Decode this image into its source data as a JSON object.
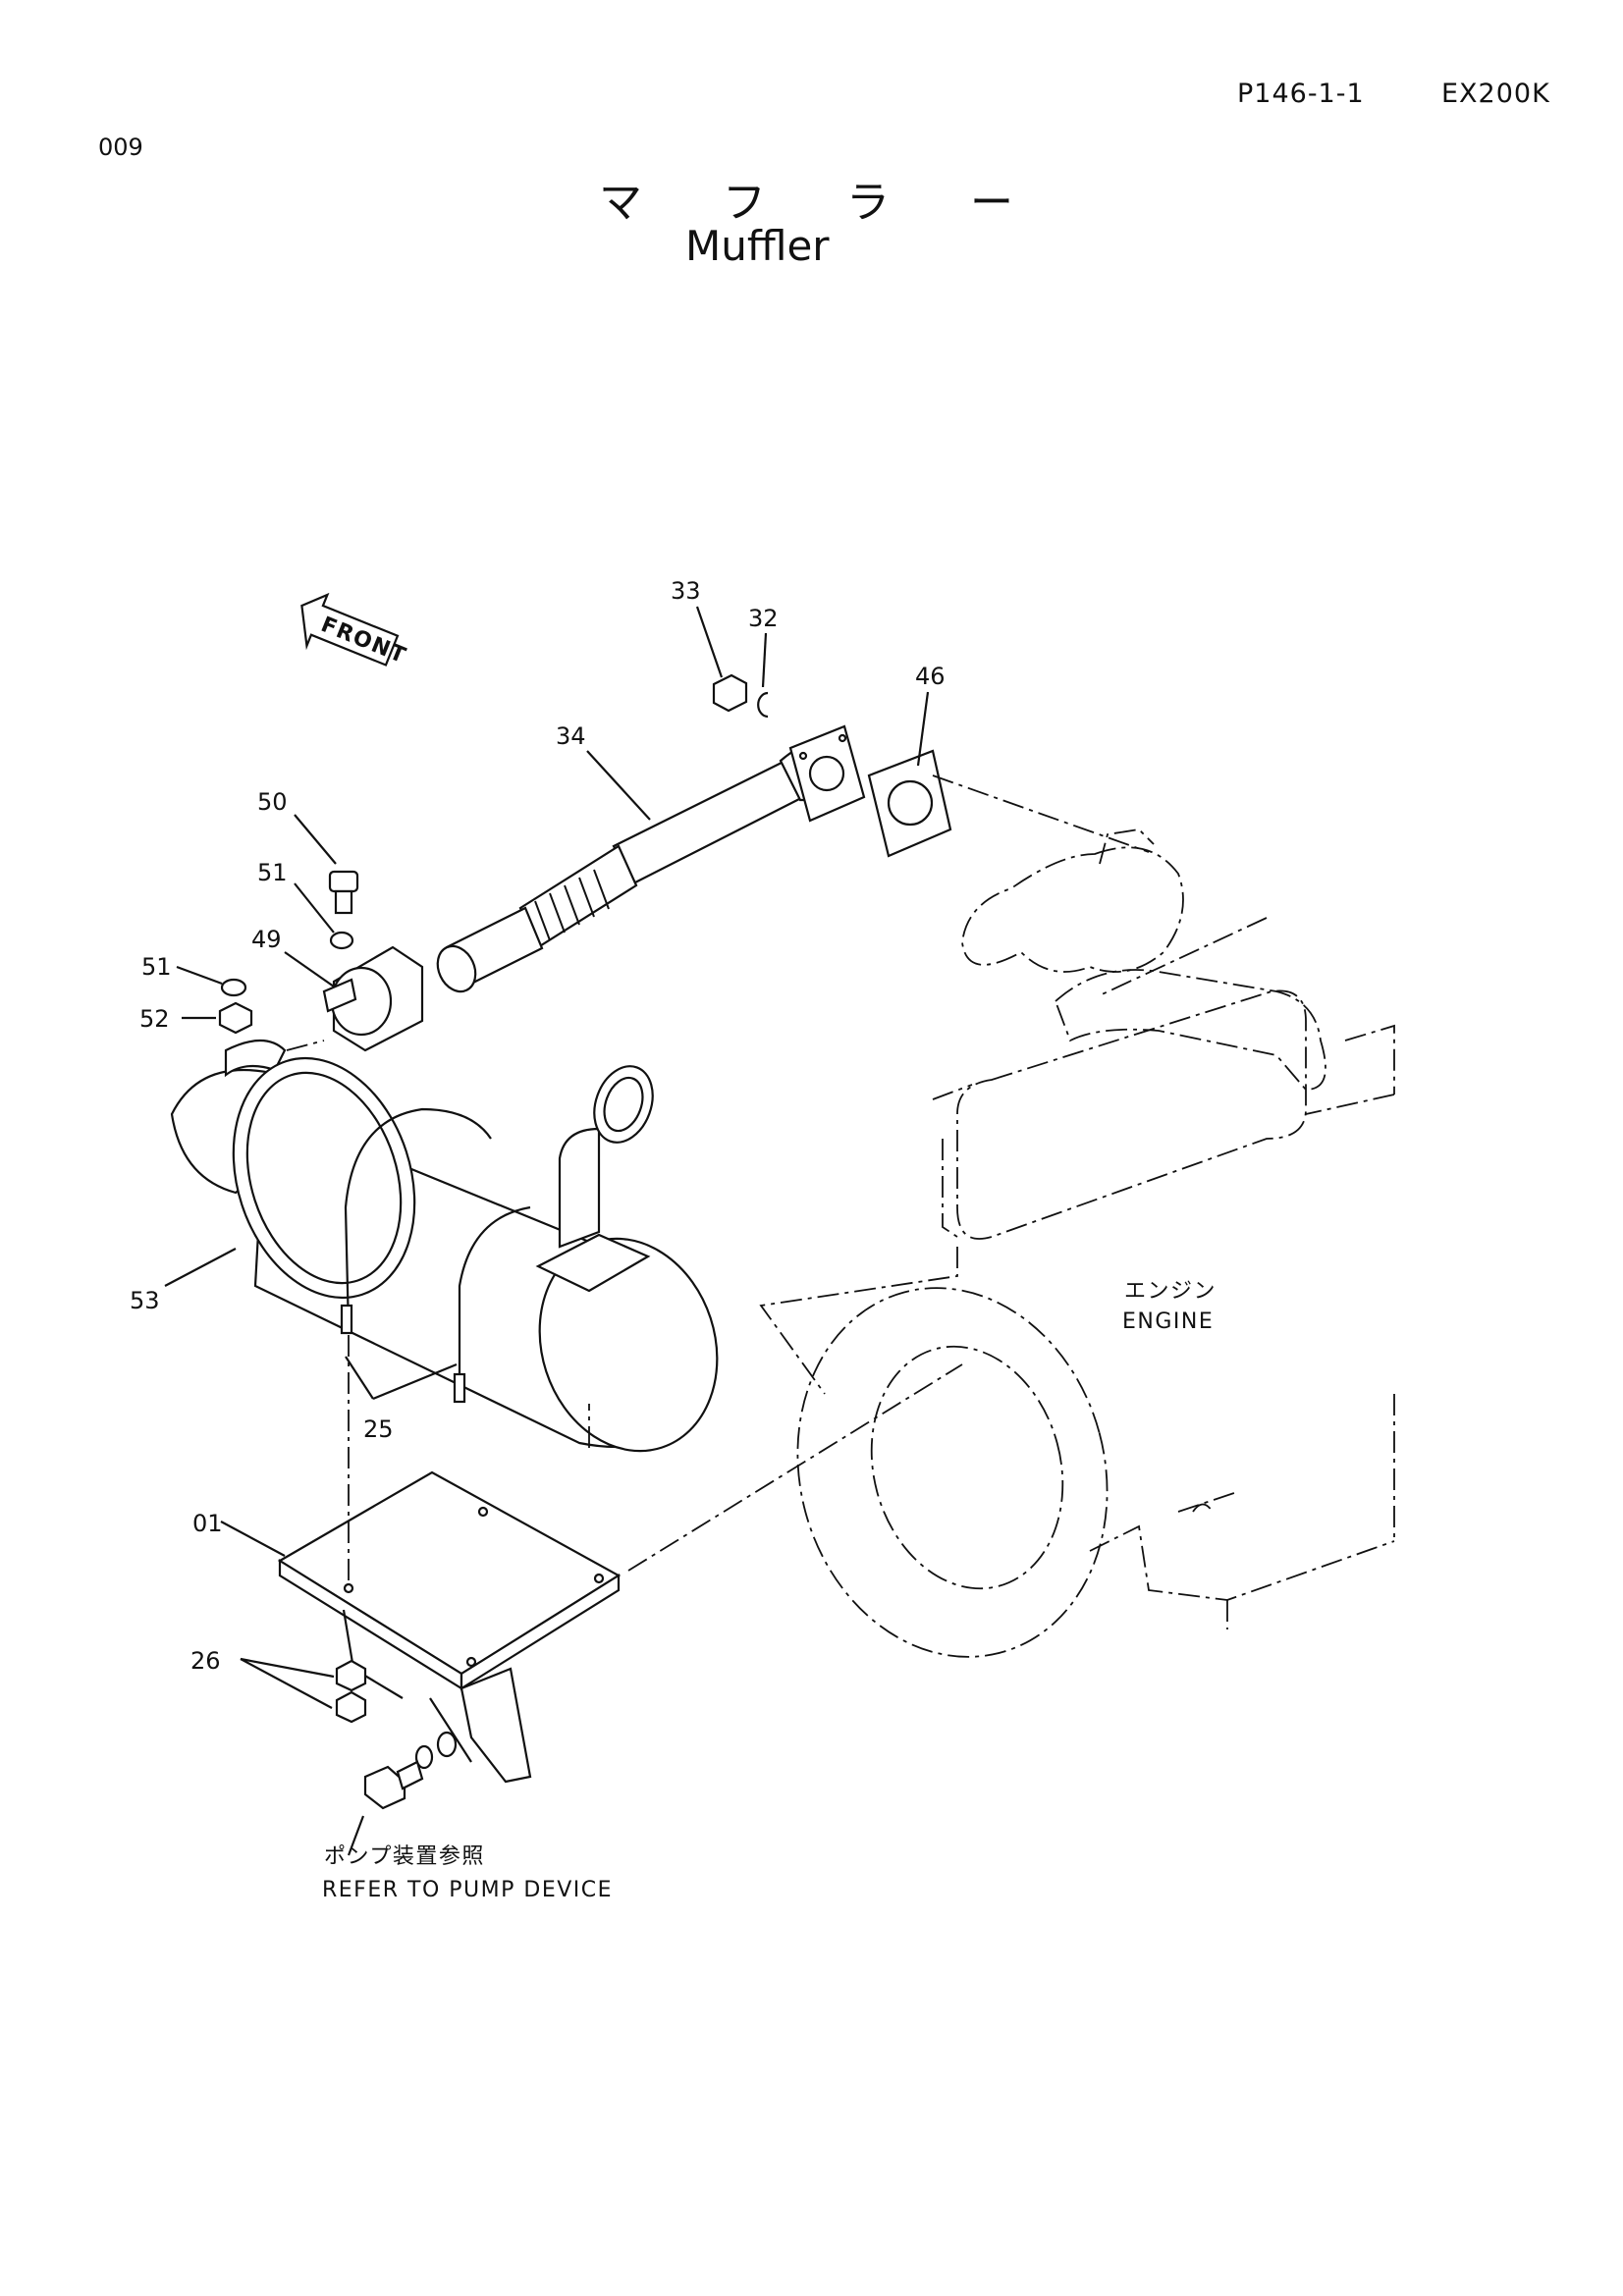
{
  "header": {
    "code": "009",
    "page_ref": "P146-1-1",
    "model": "EX200K",
    "title_jp": "マ フ ラ ー",
    "title_en": "Muffler"
  },
  "direction_marker": {
    "label": "FRONT",
    "icon": "arrow-left-icon"
  },
  "callouts": [
    {
      "id": "33",
      "label": "33"
    },
    {
      "id": "32",
      "label": "32"
    },
    {
      "id": "46",
      "label": "46"
    },
    {
      "id": "34",
      "label": "34"
    },
    {
      "id": "50",
      "label": "50"
    },
    {
      "id": "51a",
      "label": "51"
    },
    {
      "id": "49",
      "label": "49"
    },
    {
      "id": "51b",
      "label": "51"
    },
    {
      "id": "52",
      "label": "52"
    },
    {
      "id": "53",
      "label": "53"
    },
    {
      "id": "25",
      "label": "25"
    },
    {
      "id": "01",
      "label": "01"
    },
    {
      "id": "26",
      "label": "26"
    }
  ],
  "labels": {
    "engine_jp": "エンジン",
    "engine_en": "ENGINE",
    "pump_jp": "ポンプ装置参照",
    "pump_en": "REFER TO PUMP DEVICE"
  }
}
